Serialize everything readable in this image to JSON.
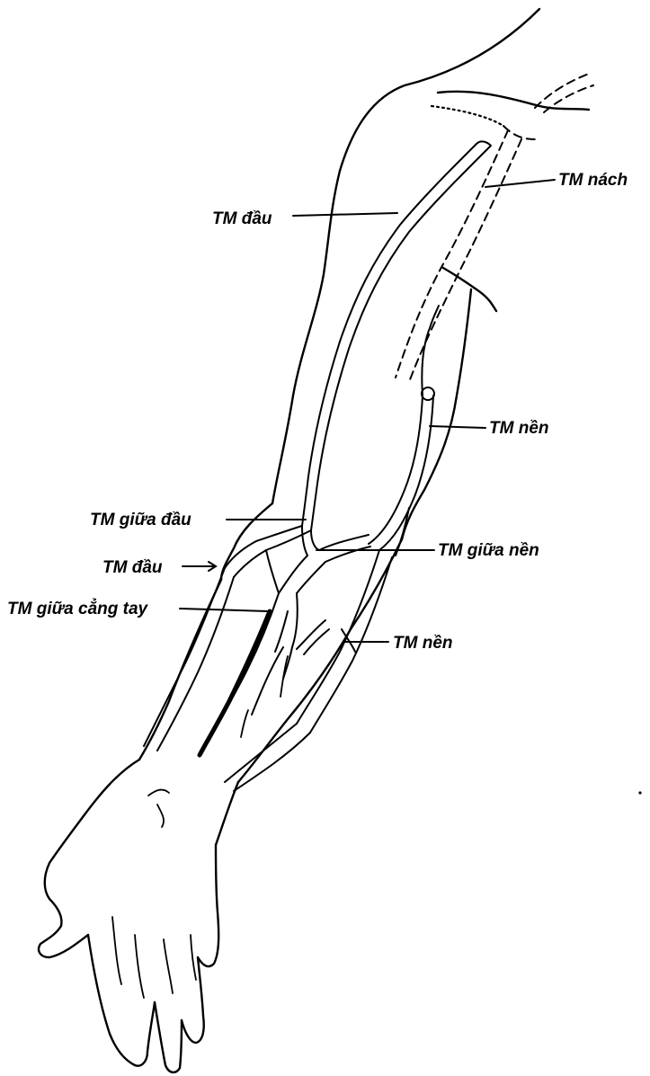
{
  "labels": {
    "tm_nach": "TM nách",
    "tm_dau_upper": "TM đầu",
    "tm_nen_upper": "TM nền",
    "tm_giua_dau": "TM giữa đầu",
    "tm_giua_nen": "TM giữa nền",
    "tm_dau_lower": "TM đầu",
    "tm_giua_cang_tay": "TM giữa cẳng tay",
    "tm_nen_lower": "TM nền"
  }
}
